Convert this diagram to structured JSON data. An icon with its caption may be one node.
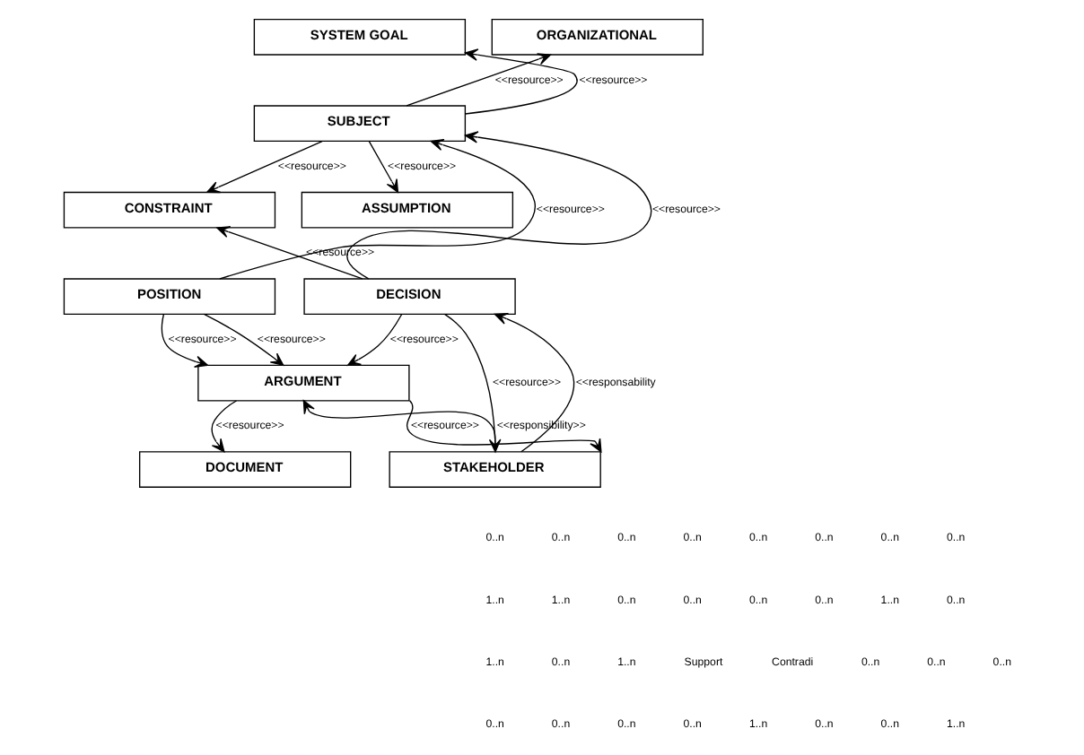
{
  "diagram": {
    "nodes": [
      {
        "text": [
          "ORGANIZATIONAL"
        ]
      },
      {
        "text": [
          "SYSTEM GOAL"
        ]
      },
      {
        "text": [
          "SUBJECT"
        ]
      },
      {
        "text": [
          "ASSUMPTION"
        ]
      },
      {
        "text": [
          "CONSTRAINT"
        ]
      },
      {
        "text": [
          "POSITION"
        ]
      },
      {
        "text": [
          "DECISION"
        ]
      },
      {
        "text": [
          "ARGUMENT"
        ]
      },
      {
        "text": [
          "DOCUMENT"
        ]
      },
      {
        "text": [
          "STAKEHOLDER"
        ]
      }
    ],
    "edges": [
      {
        "from": 2,
        "to": 0,
        "arrow": "to",
        "label": "<<resource>>"
      },
      {
        "from": 2,
        "to": 1,
        "arrow": "to",
        "label": "<<resource>>"
      },
      {
        "from": 2,
        "to": 3,
        "arrow": "to",
        "label": "<<resource>>"
      },
      {
        "from": 2,
        "to": 4,
        "arrow": "to",
        "label": "<<resource>>"
      },
      {
        "from": 5,
        "to": 2,
        "arrow": "to",
        "label": "<<resource>>"
      },
      {
        "from": 6,
        "to": 2,
        "arrow": "to",
        "label": "<<resource>>"
      },
      {
        "from": 6,
        "to": 4,
        "arrow": "to",
        "label": "<<resource>>"
      },
      {
        "from": 5,
        "to": 7,
        "arrow": "to",
        "label": "<<resource>>"
      },
      {
        "from": 5,
        "to": 7,
        "arrow": "to",
        "label": "<<resource>>"
      },
      {
        "from": 6,
        "to": 7,
        "arrow": "to",
        "label": "<<resource>>"
      },
      {
        "from": 6,
        "to": 9,
        "arrow": "to",
        "label": "<<resource>>"
      },
      {
        "from": 7,
        "to": 8,
        "arrow": "to",
        "label": "<<resource>>"
      },
      {
        "from": 9,
        "to": 7,
        "arrow": "to",
        "label": "<<responsibility>>"
      },
      {
        "from": 7,
        "to": 9,
        "arrow": "to",
        "label": "<<resource>>"
      },
      {
        "from": 9,
        "to": 6,
        "arrow": "to",
        "label": "<<responsability"
      }
    ],
    "labels": [
      "0..n",
      "0..n",
      "0..n",
      "0..n",
      "0..n",
      "0..n",
      "0..n",
      "0..n",
      "1..n",
      "1..n",
      "0..n",
      "0..n",
      "0..n",
      "0..n",
      "1..n",
      "0..n",
      "1..n",
      "0..n",
      "1..n",
      "Support",
      "Contradi",
      "0..n",
      "0..n",
      "0..n",
      "0..n",
      "0..n",
      "0..n",
      "0..n",
      "1..n",
      "0..n",
      "0..n",
      "1..n"
    ]
  }
}
